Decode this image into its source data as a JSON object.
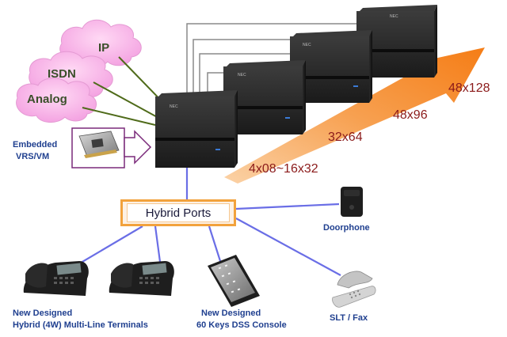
{
  "clouds": [
    {
      "label": "IP"
    },
    {
      "label": "ISDN"
    },
    {
      "label": "Analog"
    }
  ],
  "embedded": {
    "line1": "Embedded",
    "line2": "VRS/VM"
  },
  "hybrid_ports": {
    "label": "Hybrid Ports"
  },
  "capacities": [
    "4x08~16x32",
    "32x64",
    "48x96",
    "48x128"
  ],
  "doorphone": {
    "label": "Doorphone"
  },
  "terminals": {
    "line1": "New Designed",
    "line2": "Hybrid (4W) Multi-Line  Terminals"
  },
  "dss_console": {
    "line1": "New Designed",
    "line2": "60 Keys DSS Console"
  },
  "slt_fax": {
    "label": "SLT / Fax"
  },
  "colors": {
    "accent": "#f57d16",
    "caption": "#8b1a1a",
    "label_blue": "#1f3f8f",
    "link_blue": "#6a6ee6",
    "link_green": "#4f6b1a"
  }
}
